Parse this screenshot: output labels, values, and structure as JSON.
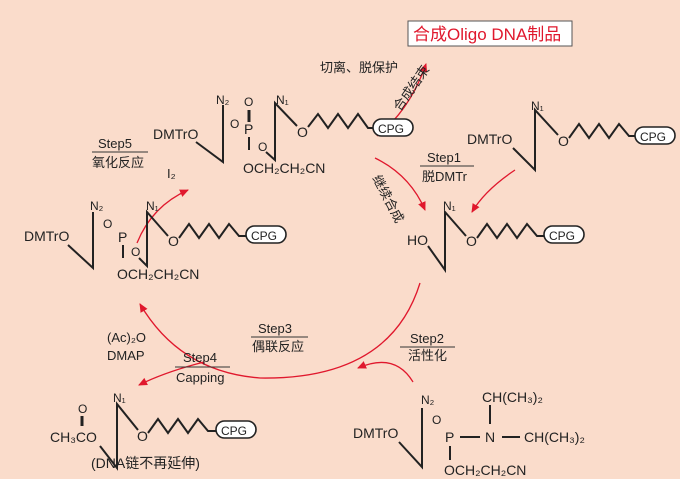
{
  "product_box": "合成Oligo DNA制品",
  "cleave_label": "切离、脱保护",
  "end_label": "合成结束",
  "continue_label": "继续合成",
  "steps": {
    "step1": {
      "name": "Step1",
      "desc": "脱DMTr"
    },
    "step2": {
      "name": "Step2",
      "desc": "活性化"
    },
    "step3": {
      "name": "Step3",
      "desc": "偶联反应"
    },
    "step4": {
      "name": "Step4",
      "desc": "Capping"
    },
    "step5": {
      "name": "Step5",
      "desc": "氧化反应"
    }
  },
  "reagents": {
    "iodine": "I₂",
    "acetic_anhydride": "(Ac)₂O",
    "dmap": "DMAP"
  },
  "atoms": {
    "dmtro": "DMTrO",
    "ho": "HO",
    "n1": "N₁",
    "n2": "N₂",
    "o": "O",
    "p": "P",
    "n": "N",
    "cpg": "CPG",
    "cyanoethyl": "OCH₂CH₂CN",
    "isopropyl": "CH(CH₃)₂",
    "acetyl": "CH₃CO"
  },
  "capped_note": "(DNA链不再延伸)",
  "colors": {
    "background": "#fadccb",
    "arrow": "#e0182d"
  }
}
